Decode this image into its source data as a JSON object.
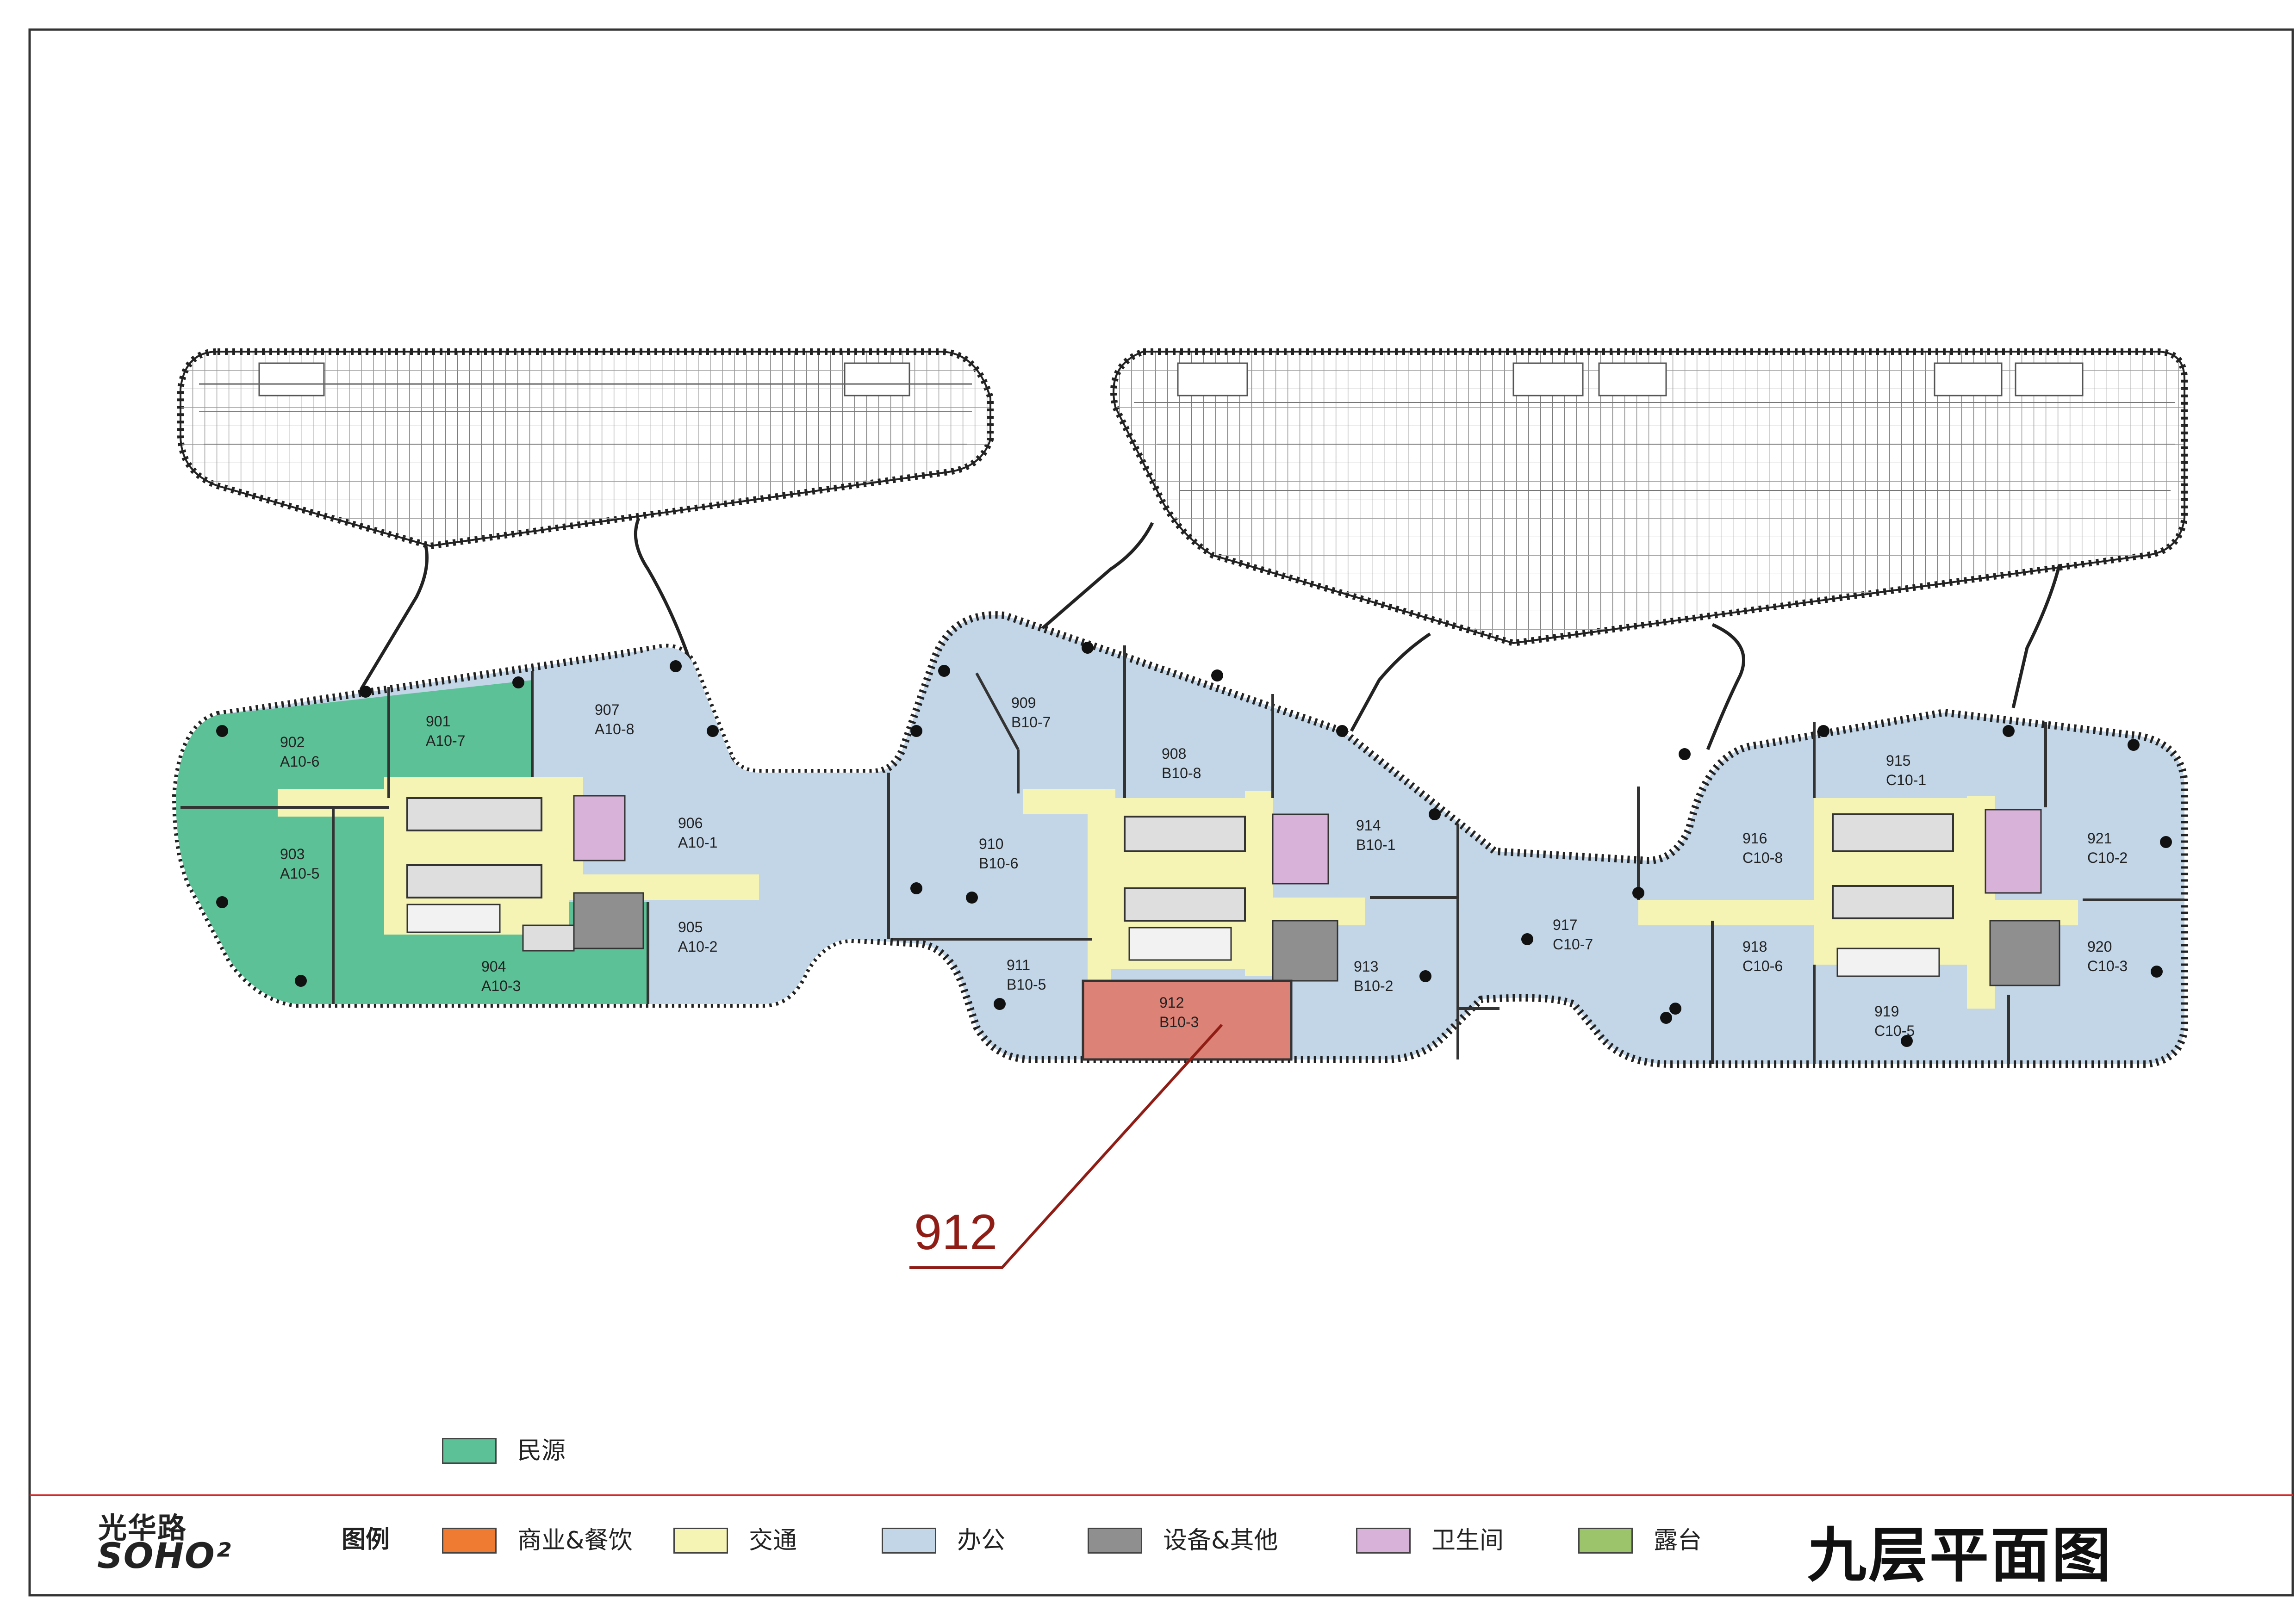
{
  "logo": {
    "line1": "光华路",
    "line2": "SOHO²"
  },
  "title": "九层平面图",
  "callout": {
    "label": "912"
  },
  "colors": {
    "minyuan": "#5cc196",
    "commercial": "#ef7a32",
    "traffic": "#f6f4b4",
    "office": "#c3d6e8",
    "equipment": "#8f8f8f",
    "toilet": "#d8b2d8",
    "terrace": "#9cc46a",
    "highlight": "#dd8276",
    "accent_line": "#d12a2a"
  },
  "legend": {
    "top_item": {
      "label": "民源",
      "color": "#5cc196"
    },
    "heading": "图例",
    "items": [
      {
        "label": "商业&餐饮",
        "color": "#ef7a32"
      },
      {
        "label": "交通",
        "color": "#f6f4b4"
      },
      {
        "label": "办公",
        "color": "#c3d6e8"
      },
      {
        "label": "设备&其他",
        "color": "#8f8f8f"
      },
      {
        "label": "卫生间",
        "color": "#d8b2d8"
      },
      {
        "label": "露台",
        "color": "#9cc46a"
      }
    ]
  },
  "units": [
    {
      "num": "901",
      "code": "A10-7"
    },
    {
      "num": "902",
      "code": "A10-6"
    },
    {
      "num": "903",
      "code": "A10-5"
    },
    {
      "num": "904",
      "code": "A10-3"
    },
    {
      "num": "905",
      "code": "A10-2"
    },
    {
      "num": "906",
      "code": "A10-1"
    },
    {
      "num": "907",
      "code": "A10-8"
    },
    {
      "num": "908",
      "code": "B10-8"
    },
    {
      "num": "909",
      "code": "B10-7"
    },
    {
      "num": "910",
      "code": "B10-6"
    },
    {
      "num": "911",
      "code": "B10-5"
    },
    {
      "num": "912",
      "code": "B10-3"
    },
    {
      "num": "913",
      "code": "B10-2"
    },
    {
      "num": "914",
      "code": "B10-1"
    },
    {
      "num": "915",
      "code": "C10-1"
    },
    {
      "num": "916",
      "code": "C10-8"
    },
    {
      "num": "917",
      "code": "C10-7"
    },
    {
      "num": "918",
      "code": "C10-6"
    },
    {
      "num": "919",
      "code": "C10-5"
    },
    {
      "num": "920",
      "code": "C10-3"
    },
    {
      "num": "921",
      "code": "C10-2"
    }
  ]
}
